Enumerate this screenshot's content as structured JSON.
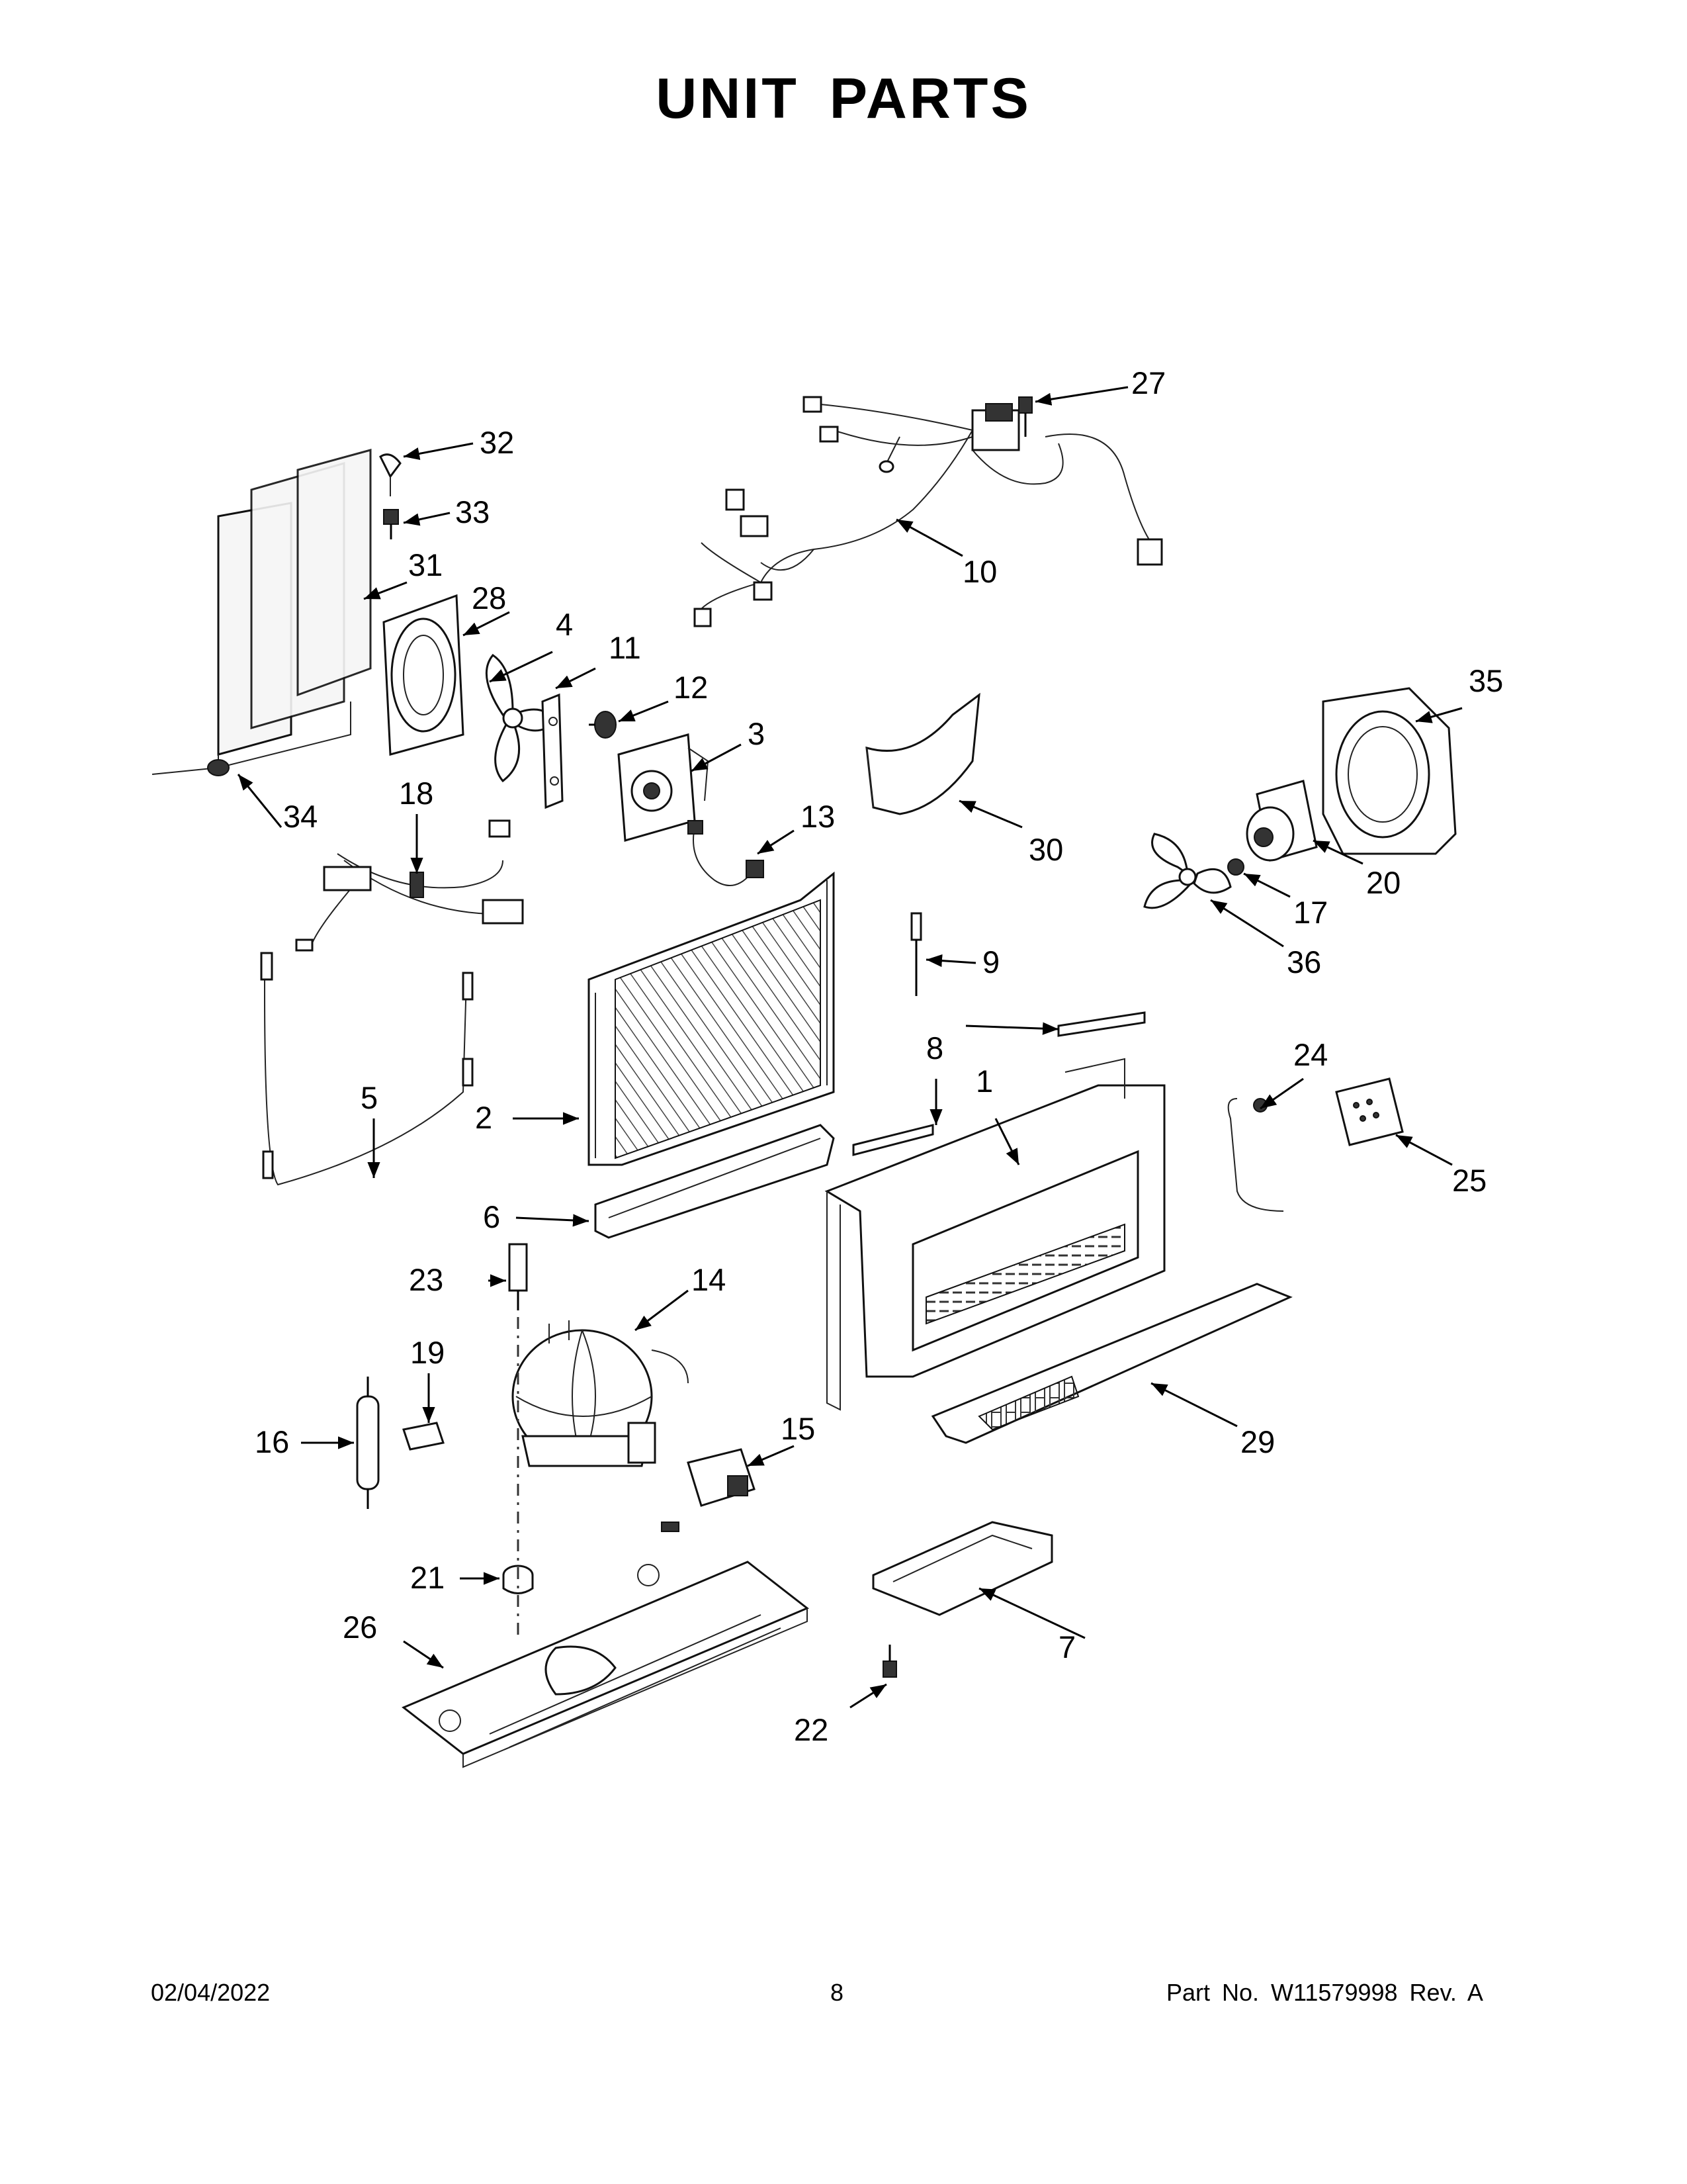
{
  "page": {
    "title": "UNIT PARTS",
    "footer_date": "02/04/2022",
    "footer_page": "8",
    "footer_part": "Part No.  W11579998  Rev.  A"
  },
  "callouts": [
    "1",
    "2",
    "3",
    "4",
    "5",
    "6",
    "7",
    "8",
    "9",
    "10",
    "11",
    "12",
    "13",
    "14",
    "15",
    "16",
    "17",
    "18",
    "19",
    "20",
    "21",
    "22",
    "23",
    "24",
    "25",
    "26",
    "27",
    "28",
    "29",
    "30",
    "31",
    "32",
    "33",
    "34",
    "35",
    "36"
  ]
}
